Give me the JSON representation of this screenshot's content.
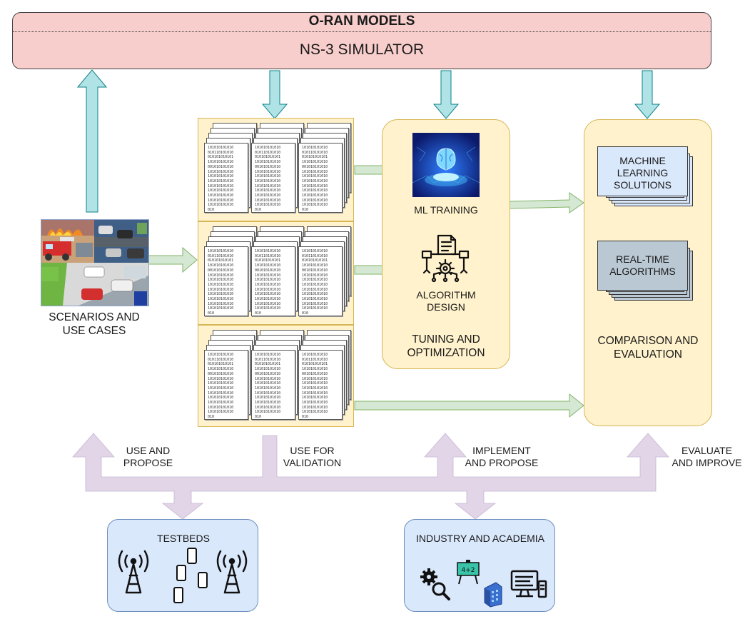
{
  "header": {
    "title": "O-RAN MODELS",
    "subtitle": "NS-3 SIMULATOR"
  },
  "scenarios": {
    "label_line1": "SCENARIOS AND",
    "label_line2": "USE CASES"
  },
  "binary_text": "101010101010\n010110101010\n010101010101\n101010101010\n001010101010\n101010101010\n101010101010\n101010101010\n101010101010\n101010101010\n101010101010\n101010101010\n101010101010\n010",
  "tuning": {
    "ml_label": "ML TRAINING",
    "algo_label_line1": "ALGORITHM",
    "algo_label_line2": "DESIGN",
    "title_line1": "TUNING AND",
    "title_line2": "OPTIMIZATION"
  },
  "comparison": {
    "ml_line1": "MACHINE",
    "ml_line2": "LEARNING",
    "ml_line3": "SOLUTIONS",
    "rt_line1": "REAL-TIME",
    "rt_line2": "ALGORITHMS",
    "title_line1": "COMPARISON AND",
    "title_line2": "EVALUATION"
  },
  "flows": {
    "use_propose_1": "USE AND",
    "use_propose_2": "PROPOSE",
    "use_validation_1": "USE FOR",
    "use_validation_2": "VALIDATION",
    "implement_1": "IMPLEMENT",
    "implement_2": "AND PROPOSE",
    "evaluate_1": "EVALUATE",
    "evaluate_2": "AND IMPROVE"
  },
  "testbeds": {
    "title": "TESTBEDS"
  },
  "industry": {
    "title": "INDUSTRY AND ACADEMIA",
    "board_text": "4+2"
  },
  "colors": {
    "banner_fill": "#f8cecc",
    "panel_fill": "#fff2cc",
    "blue_fill": "#dae8fc",
    "gray_fill": "#bac8d3",
    "teal_arrow": "#b0e3e6",
    "green_arrow": "#d5e8d4",
    "purple_flow": "#e1d5e7"
  }
}
